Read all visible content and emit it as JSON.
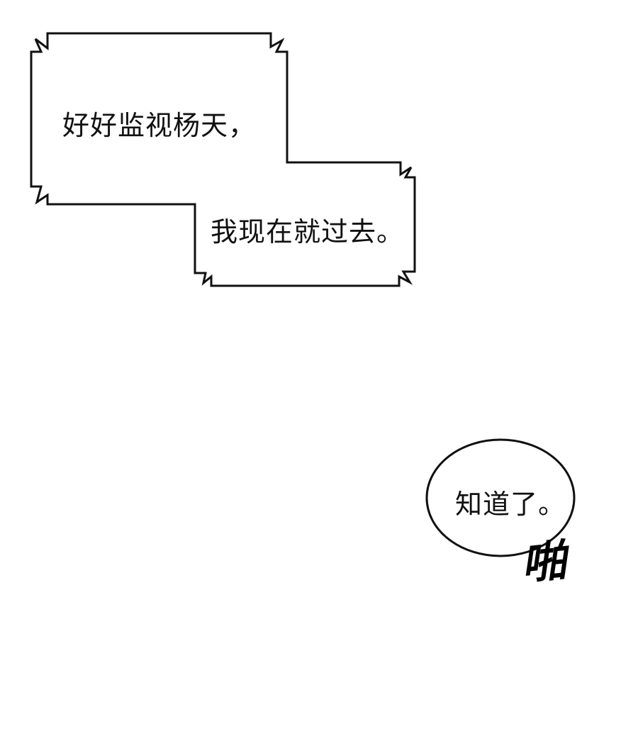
{
  "bubble_1": {
    "line_1": "好好监视杨天，",
    "line_2": "我现在就过去。"
  },
  "bubble_2": {
    "text": "知道了。"
  },
  "sound_effect": "啪",
  "colors": {
    "ink": "#111111",
    "background": "#ffffff"
  }
}
